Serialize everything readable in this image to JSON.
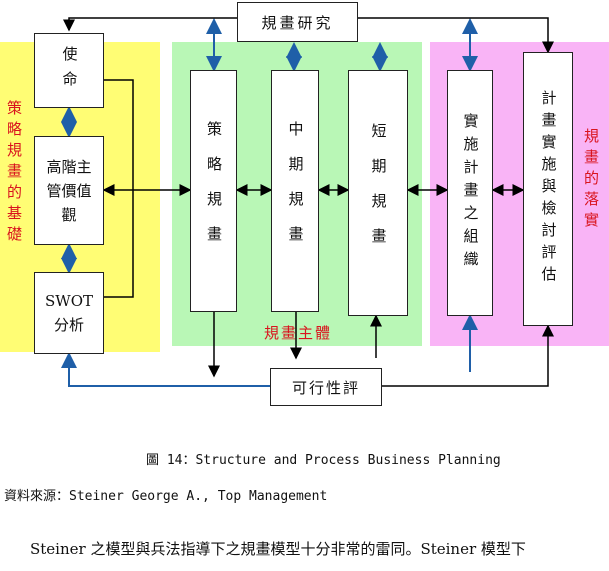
{
  "diagram": {
    "nodes": {
      "research": "規畫研究",
      "mission": "使命",
      "values": "高階主管價值觀",
      "swot": "SWOT分析",
      "strategic_plan": "策略規畫",
      "mid_plan": "中期規畫",
      "short_plan": "短期規畫",
      "org": "實施計畫之組織",
      "eval": "計畫實施與檢討評估",
      "feasibility": "可行性評"
    },
    "zones": {
      "left": "策略規畫的基礎",
      "middle": "規畫主體",
      "right": "規畫的落實"
    },
    "colors": {
      "left_zone": "#fffd74",
      "middle_zone": "#b9f7b6",
      "right_zone": "#f9b4f6",
      "arrow_blue": "#1f5fa8",
      "arrow_black": "#000000",
      "zone_label": "#d9141e"
    }
  },
  "caption": "圖 14：Structure and Process Business Planning",
  "source": "資料來源：Steiner George A., Top Management",
  "body_text": "Steiner 之模型與兵法指導下之規畫模型十分非常的雷同。Steiner 模型下"
}
